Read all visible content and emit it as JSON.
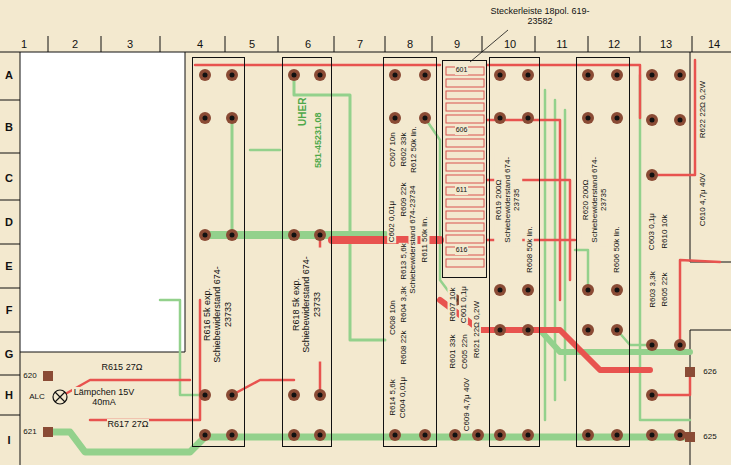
{
  "diagram": {
    "nodes": [
      {
        "text": [
          "R616 5k exp. Schiebewiderstand 674-23733"
        ]
      },
      {
        "text": [
          "R618 5k exp. Schiebewiderstand 674-23733"
        ]
      },
      {
        "text": [
          "R612 50k lin.",
          "Schiebewiderstand 674-23734",
          "R611 50k lin."
        ]
      },
      {
        "text": [
          "601",
          "606",
          "611",
          "616"
        ]
      },
      {
        "text": [
          "R619 200Ω Schiebewiderstand 674-23735",
          "R608 50k lin."
        ]
      },
      {
        "text": [
          "R620 200Ω Schiebewiderstand 674-23735",
          "R606 50k lin."
        ]
      }
    ],
    "labels": [
      "1",
      "2",
      "3",
      "4",
      "5",
      "6",
      "7",
      "8",
      "9",
      "10",
      "11",
      "12",
      "13",
      "14",
      "A",
      "B",
      "C",
      "D",
      "E",
      "F",
      "G",
      "H",
      "I",
      "Steckerleiste 18pol. 619-23582",
      "UHER",
      "581-45231.08",
      "C607 10n",
      "C602 0,01μ",
      "C608 10n",
      "R614 5,6k",
      "R602 33k",
      "R609 22k",
      "R613 5,6k",
      "R604 3,3k",
      "R608 22k",
      "C604 0,01μ",
      "R622 22Ω 0,2W",
      "C610 4,7μ 40V",
      "C603 0,1μ",
      "R610 10k",
      "R603 3,3k",
      "R605 22k",
      "R607 10k",
      "R601 33k",
      "C601 0,1μ",
      "C605 22n",
      "R621 22Ω 0,2W",
      "C609 4,7μ 40V",
      "R615 27Ω",
      "620",
      "ALC",
      "Lämpchen 15V 40mA",
      "621",
      "R617 27Ω",
      "626",
      "625"
    ]
  }
}
